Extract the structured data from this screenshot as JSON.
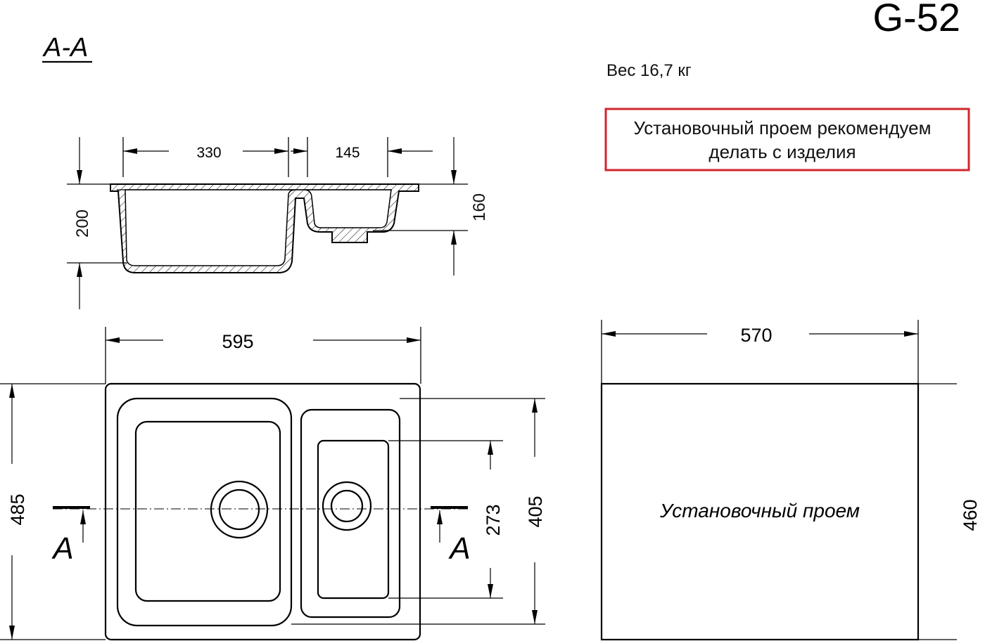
{
  "title": "G-52",
  "section_label": "A-A",
  "weight": "Вес 16,7 кг",
  "note": {
    "line1": "Установочный проем рекомендуем",
    "line2": "делать с изделия",
    "border_color": "#d0262e"
  },
  "section": {
    "width_left": "330",
    "width_right": "145",
    "depth_left": "200",
    "depth_right": "160"
  },
  "plan": {
    "width": "595",
    "depth": "485",
    "bowl_depth": "405",
    "small_bowl_depth": "273",
    "cut_mark": "A"
  },
  "cutout": {
    "width": "570",
    "depth": "460",
    "label": "Установочный проем"
  }
}
